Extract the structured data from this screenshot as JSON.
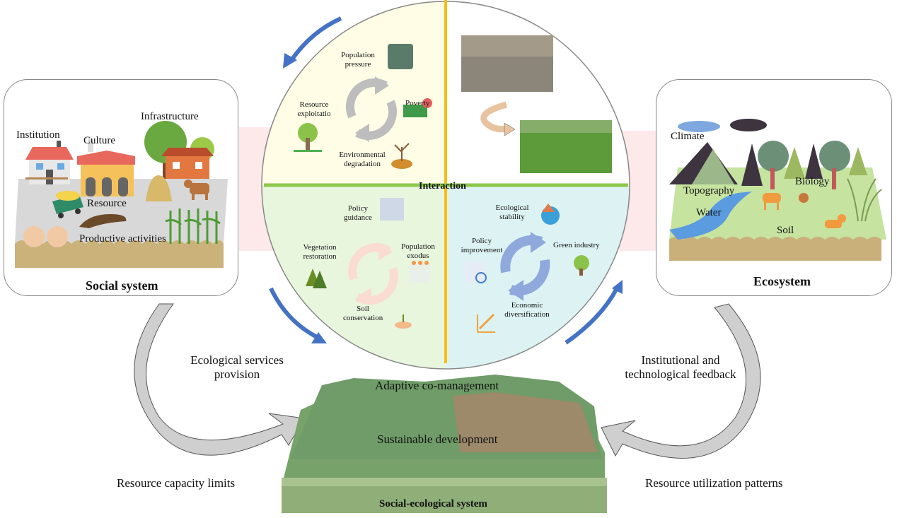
{
  "social_system": {
    "title": "Social system",
    "labels": {
      "institution": "Institution",
      "culture": "Culture",
      "infrastructure": "Infrastructure",
      "resource": "Resource",
      "productive_activities": "Productive activities"
    }
  },
  "ecosystem": {
    "title": "Ecosystem",
    "labels": {
      "climate": "Climate",
      "topography": "Topography",
      "biology": "Biology",
      "water": "Water",
      "soil": "Soil"
    }
  },
  "interaction": {
    "title": "Interaction",
    "degradation_cycle": {
      "items": [
        "Population pressure",
        "Poverty",
        "Environmental degradation",
        "Resource exploitatio"
      ]
    },
    "restoration_cycle": {
      "items": [
        "Policy guidance",
        "Population exodus",
        "Soil conservation",
        "Vegetation restoration"
      ]
    },
    "development_cycle": {
      "items": [
        "Ecological stability",
        "Green industry",
        "Economic diversification",
        "Policy improvement"
      ]
    },
    "photos": [
      "degraded-rocky-land-photo",
      "restored-vegetation-photo"
    ]
  },
  "flows": {
    "ecological_services_provision": "Ecological services provision",
    "resource_capacity_limits": "Resource capacity limits",
    "institutional_technological_feedback": "Institutional and technological feedback",
    "resource_utilization_patterns": "Resource utilization patterns",
    "adaptive_co_management": "Adaptive co-management"
  },
  "ses": {
    "title": "Social-ecological system",
    "center_label": "Sustainable development"
  },
  "colors": {
    "blue_arrow": "#4472C4",
    "quad_top_left": "#FFFDE6",
    "quad_bottom_left": "#E8F6DE",
    "quad_bottom_right": "#DDF3F3",
    "divider_vertical": "#F5BE12",
    "divider_horizontal": "#8CC84B",
    "gray_arrow": "#C8C8C8",
    "pink_band": "#FDE8EA"
  }
}
